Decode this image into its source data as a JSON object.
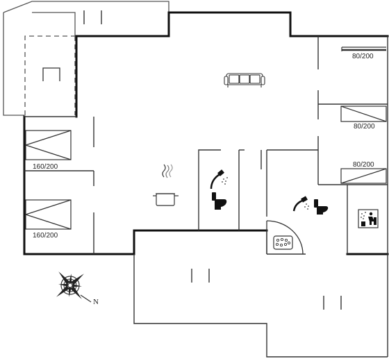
{
  "colors": {
    "wall": "#111111",
    "thin": "#555555",
    "line": "#333333",
    "fill": "#ffffff"
  },
  "beds": {
    "left_top": {
      "label": "160/200"
    },
    "left_bottom": {
      "label": "160/200"
    },
    "right_top": {
      "label": "80/200"
    },
    "right_middle": {
      "label": "80/200"
    },
    "right_bottom": {
      "label": "80/200"
    }
  },
  "compass": {
    "north_label": "N"
  },
  "icons": [
    "sofa-icon",
    "cooking-pot-icon",
    "shower-icon",
    "toilet-icon",
    "whirlpool-tub-icon",
    "sauna-icon",
    "compass-rose-icon"
  ]
}
